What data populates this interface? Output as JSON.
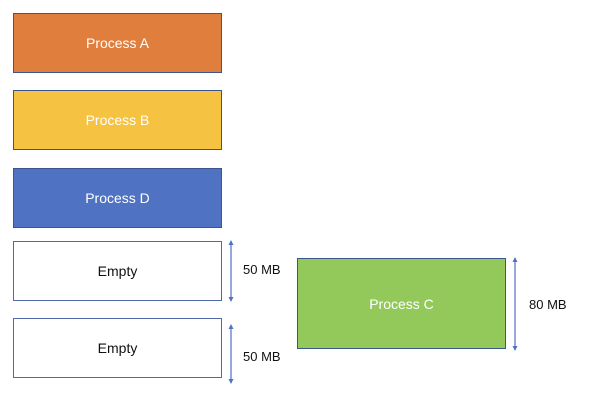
{
  "blocks": {
    "process_a": {
      "label": "Process A",
      "color": "#e07e3e",
      "border": "#39568f"
    },
    "process_b": {
      "label": "Process B",
      "color": "#f5c242",
      "border": "#39568f"
    },
    "process_d": {
      "label": "Process D",
      "color": "#4f72c2",
      "border": "#39568f"
    },
    "empty_1": {
      "label": "Empty"
    },
    "empty_2": {
      "label": "Empty"
    },
    "process_c": {
      "label": "Process C",
      "color": "#93c95a",
      "border": "#39568f"
    }
  },
  "sizes": {
    "empty_1": "50 MB",
    "empty_2": "50 MB",
    "process_c": "80 MB"
  },
  "arrow_color": "#4f72c2"
}
